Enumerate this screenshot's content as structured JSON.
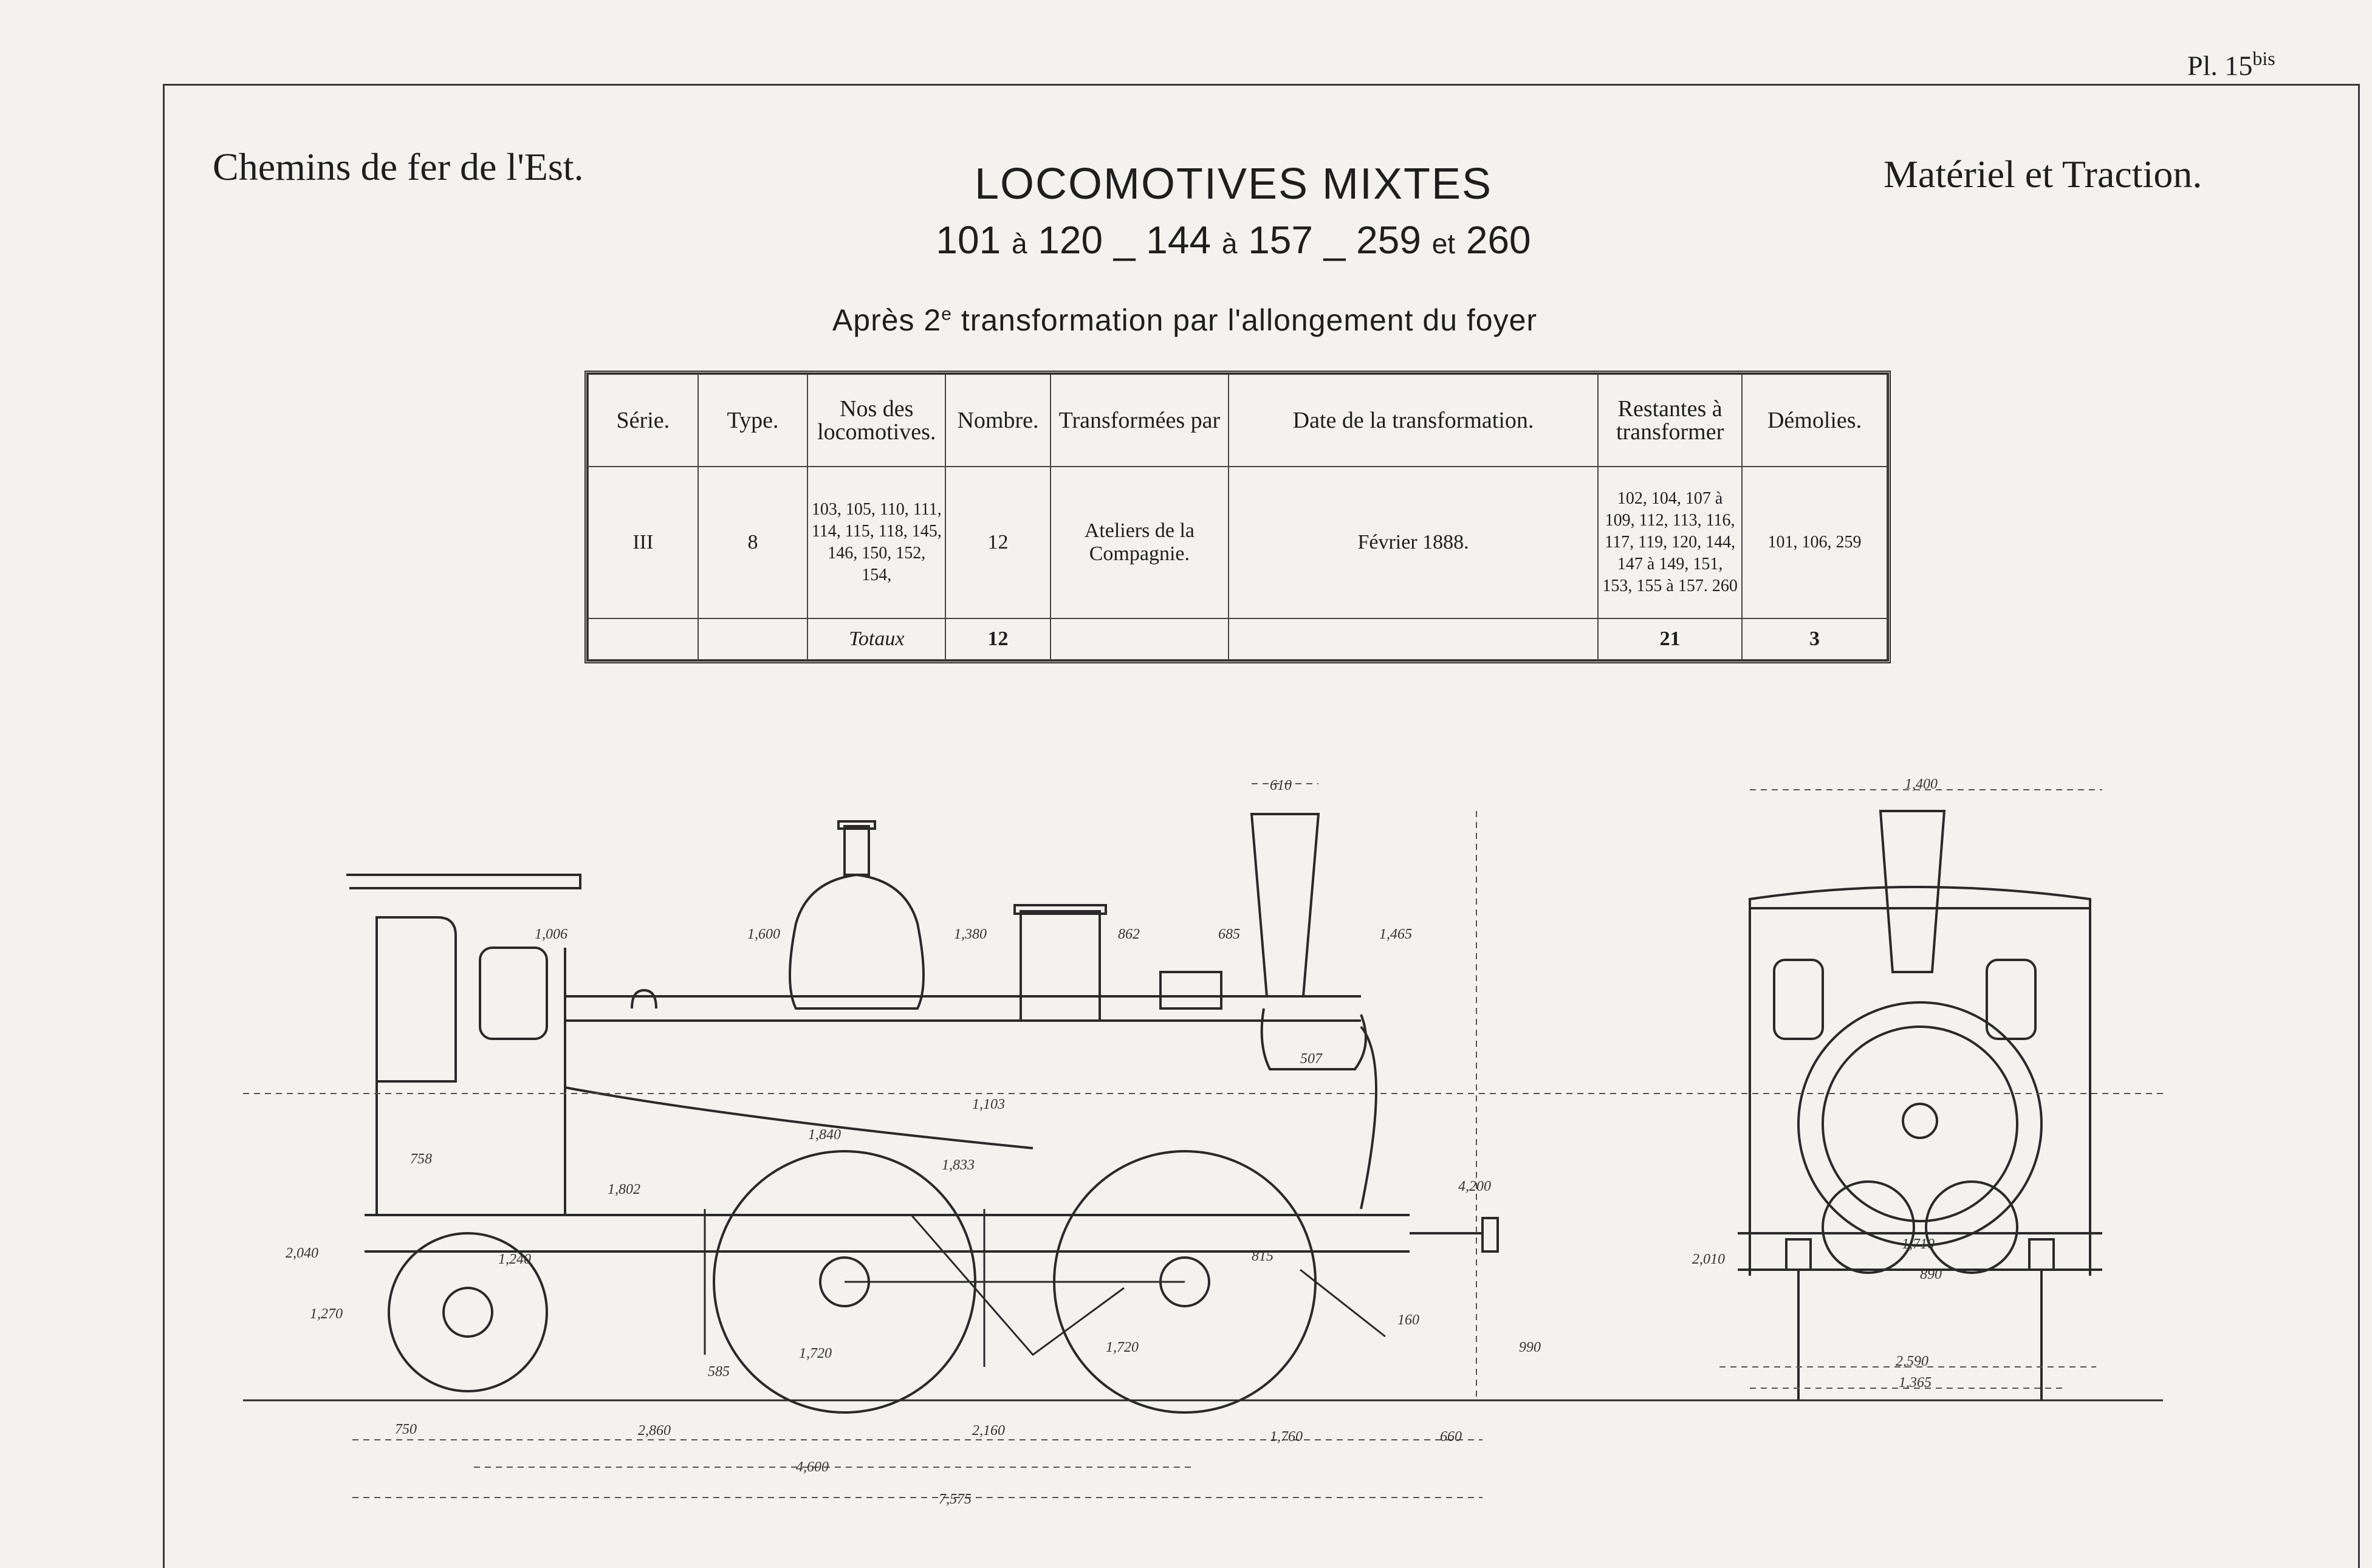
{
  "plate": {
    "label": "Pl. 15",
    "sup": "bis"
  },
  "header": {
    "company": "Chemins de fer de l'Est.",
    "department": "Matériel et Traction.",
    "title": "LOCOMOTIVES MIXTES",
    "subtitle_a": "101",
    "subtitle_a_to": "à",
    "subtitle_b": "120 _ 144",
    "subtitle_b_to": "à",
    "subtitle_c": "157 _ 259",
    "subtitle_and": "et",
    "subtitle_d": "260",
    "caption_pre": "Après 2",
    "caption_sup": "e",
    "caption_post": " transformation par l'allongement du foyer"
  },
  "table": {
    "headers": [
      "Série.",
      "Type.",
      "Nos des locomotives.",
      "Nombre.",
      "Transformées par",
      "Date de la transformation.",
      "Restantes à transformer",
      "Démolies."
    ],
    "row": {
      "serie": "III",
      "type": "8",
      "locomotives": "103, 105, 110, 111, 114, 115, 118, 145, 146, 150, 152, 154,",
      "nombre": "12",
      "par": "Ateliers de la Compagnie.",
      "date": "Février 1888.",
      "restantes": "102, 104, 107 à 109, 112, 113, 116, 117, 119, 120, 144, 147 à 149, 151, 153, 155 à 157. 260",
      "demolies": "101, 106, 259"
    },
    "totals": {
      "label": "Totaux",
      "nombre": "12",
      "restantes": "21",
      "demolies": "3"
    }
  },
  "dimensions": {
    "side": [
      "1,006",
      "1,600",
      "1,380",
      "862",
      "685",
      "1,465",
      "610",
      "1,103",
      "1,840",
      "1,802",
      "1,833",
      "758",
      "2,040",
      "1,270",
      "1,240",
      "1,720",
      "1,720",
      "585",
      "815",
      "160",
      "507",
      "4,200",
      "990",
      "750",
      "2,860",
      "2,160",
      "1,760",
      "660",
      "4,600",
      "7,575"
    ],
    "front": [
      "1,400",
      "2,010",
      "1,710",
      "890",
      "2,590",
      "1,365"
    ]
  }
}
